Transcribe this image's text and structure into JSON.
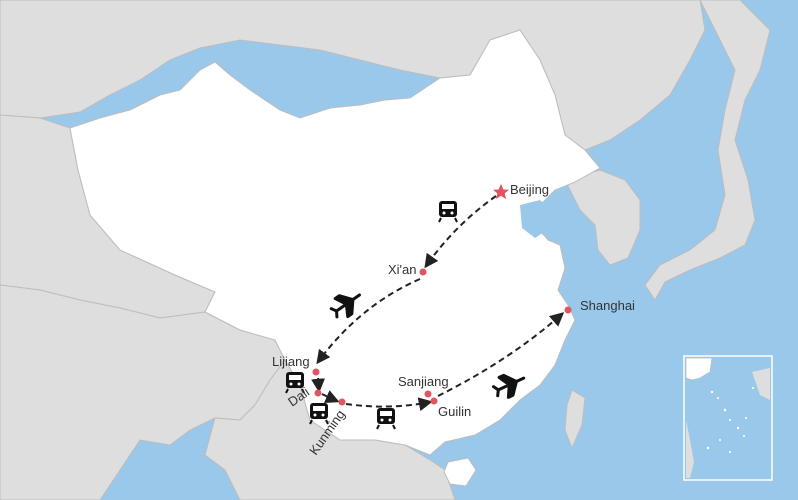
{
  "map": {
    "colors": {
      "sea": "#9ac8ea",
      "china": "#ffffff",
      "neighbors": "#dedede",
      "border": "#bdbdbd",
      "route": "#222222",
      "city_dot": "#e05561",
      "start_star": "#e05561"
    },
    "cities": [
      {
        "id": "beijing",
        "name": "Beijing",
        "marker": "star"
      },
      {
        "id": "xian",
        "name": "Xi'an",
        "marker": "dot"
      },
      {
        "id": "lijiang",
        "name": "Lijiang",
        "marker": "dot"
      },
      {
        "id": "dali",
        "name": "Dali",
        "marker": "dot"
      },
      {
        "id": "kunming",
        "name": "Kunming",
        "marker": "dot"
      },
      {
        "id": "sanjiang",
        "name": "Sanjiang",
        "marker": "dot"
      },
      {
        "id": "guilin",
        "name": "Guilin",
        "marker": "dot"
      },
      {
        "id": "shanghai",
        "name": "Shanghai",
        "marker": "dot"
      }
    ],
    "route": [
      {
        "from": "Beijing",
        "to": "Xi'an",
        "transport": "train-icon"
      },
      {
        "from": "Xi'an",
        "to": "Lijiang",
        "transport": "airplane-icon"
      },
      {
        "from": "Lijiang",
        "to": "Dali",
        "transport": "train-icon"
      },
      {
        "from": "Dali",
        "to": "Kunming",
        "transport": "train-icon"
      },
      {
        "from": "Kunming",
        "to": "Guilin",
        "transport": "train-icon"
      },
      {
        "from": "Guilin",
        "to": "Shanghai",
        "transport": "airplane-icon"
      }
    ],
    "inset": {
      "name": "south-china-sea-inset"
    }
  }
}
